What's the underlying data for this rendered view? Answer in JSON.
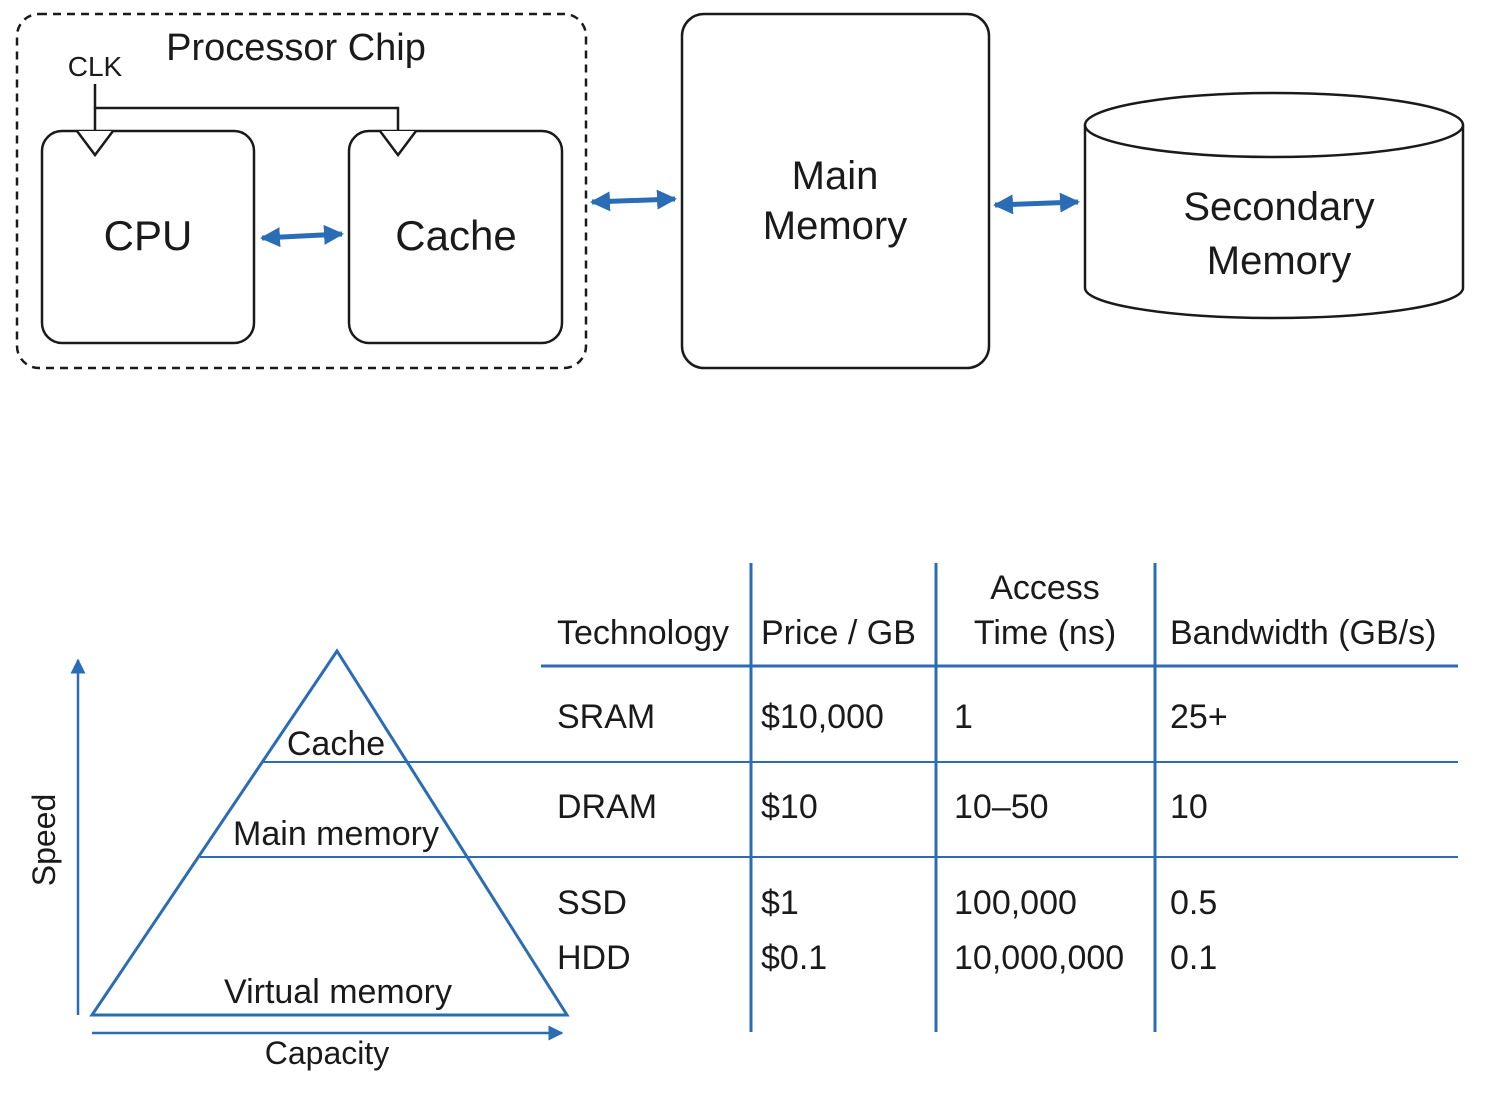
{
  "top_diagram": {
    "processor_chip_label": "Processor Chip",
    "clk_label": "CLK",
    "cpu_label": "CPU",
    "cache_label": "Cache",
    "main_memory_label": [
      "Main",
      "Memory"
    ],
    "secondary_memory_label": [
      "Secondary",
      "Memory"
    ]
  },
  "pyramid": {
    "levels": [
      "Cache",
      "Main memory",
      "Virtual memory"
    ],
    "y_axis_label": "Speed",
    "x_axis_label": "Capacity"
  },
  "table": {
    "headers": [
      "Technology",
      "Price / GB",
      "Access",
      "Time (ns)",
      "Bandwidth (GB/s)"
    ],
    "rows": [
      [
        "SRAM",
        "$10,000",
        "1",
        "25+"
      ],
      [
        "DRAM",
        "$10",
        "10–50",
        "10"
      ],
      [
        "SSD",
        "$1",
        "100,000",
        "0.5"
      ],
      [
        "HDD",
        "$0.1",
        "10,000,000",
        "0.1"
      ]
    ]
  },
  "colors": {
    "accent_blue": "#2a6db5",
    "line_black": "#1a1a1a"
  }
}
